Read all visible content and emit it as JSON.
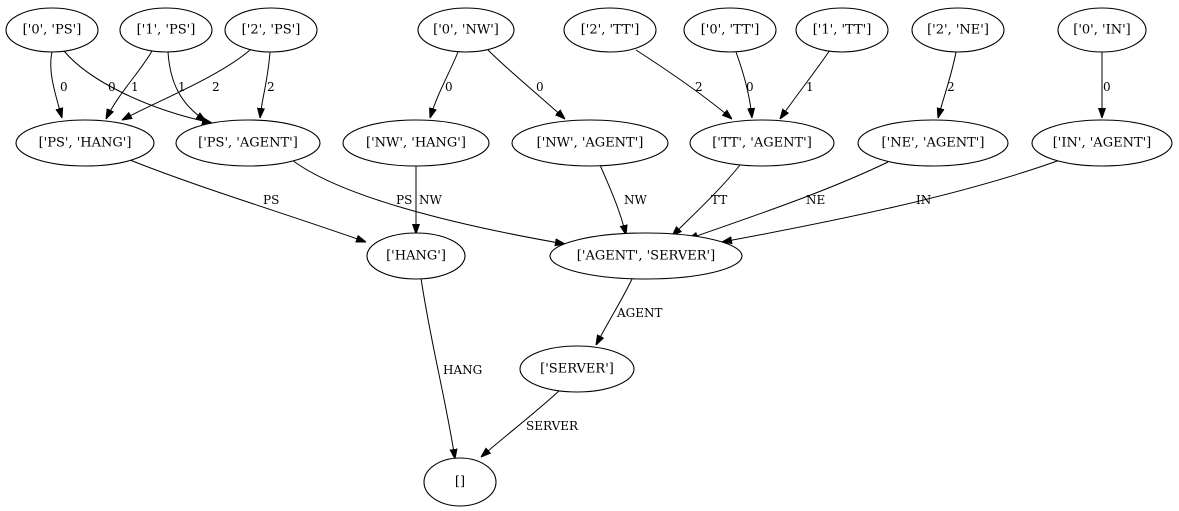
{
  "nodes": {
    "n0ps": "['0', 'PS']",
    "n1ps": "['1', 'PS']",
    "n2ps": "['2', 'PS']",
    "n0nw": "['0', 'NW']",
    "n2tt": "['2', 'TT']",
    "n0tt": "['0', 'TT']",
    "n1tt": "['1', 'TT']",
    "n2ne": "['2', 'NE']",
    "n0in": "['0', 'IN']",
    "pshang": "['PS', 'HANG']",
    "psagent": "['PS', 'AGENT']",
    "nwhang": "['NW', 'HANG']",
    "nwagent": "['NW', 'AGENT']",
    "ttagent": "['TT', 'AGENT']",
    "neagent": "['NE', 'AGENT']",
    "inagent": "['IN', 'AGENT']",
    "hang": "['HANG']",
    "agentserver": "['AGENT', 'SERVER']",
    "server": "['SERVER']",
    "empty": "[]"
  },
  "edges": {
    "e_0ps_pshang": "0",
    "e_0ps_psagent": "0",
    "e_1ps_pshang": "1",
    "e_1ps_psagent": "1",
    "e_2ps_pshang": "2",
    "e_2ps_psagent": "2",
    "e_0nw_nwhang": "0",
    "e_0nw_nwagent": "0",
    "e_2tt_ttagent": "2",
    "e_0tt_ttagent": "0",
    "e_1tt_ttagent": "1",
    "e_2ne_neagent": "2",
    "e_0in_inagent": "0",
    "e_pshang_hang": "PS",
    "e_psagent_agentserver": "PS",
    "e_nwhang_hang": "NW",
    "e_nwagent_agentserver": "NW",
    "e_ttagent_agentserver": "TT",
    "e_neagent_agentserver": "NE",
    "e_inagent_agentserver": "IN",
    "e_hang_empty": "HANG",
    "e_agentserver_server": "AGENT",
    "e_server_empty": "SERVER"
  }
}
